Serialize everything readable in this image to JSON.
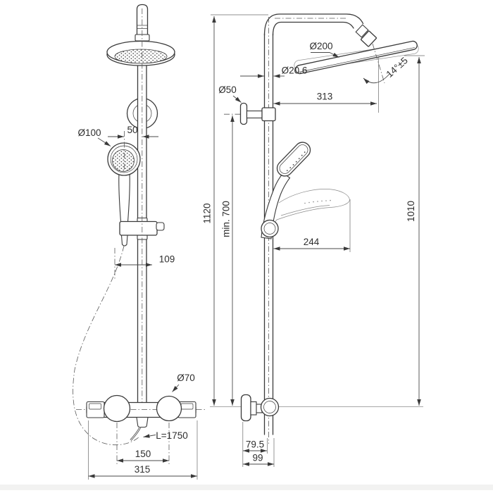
{
  "drawing": {
    "title": "shower-system-technical-drawing",
    "background": "#ffffff",
    "line_color": "#3a3a3a",
    "front_view": {
      "dia_handshower": "Ø100",
      "dim_center_offset": "50",
      "dim_hose_offset": "109",
      "dia_knob": "Ø70",
      "hose_length": "L=1750",
      "dim_knob_spacing": "150",
      "dim_mixer_width": "315"
    },
    "side_view": {
      "dia_headshower": "Ø200",
      "dia_pipe": "Ø20.6",
      "dia_bracket": "Ø50",
      "head_angle": "14°±5",
      "dim_head_reach": "313",
      "dim_handshower_reach": "244",
      "dim_total_height": "1120",
      "dim_min_height": "min. 700",
      "dim_head_height": "1010",
      "dim_wall_depth_inner": "79.5",
      "dim_wall_depth_outer": "99"
    }
  }
}
